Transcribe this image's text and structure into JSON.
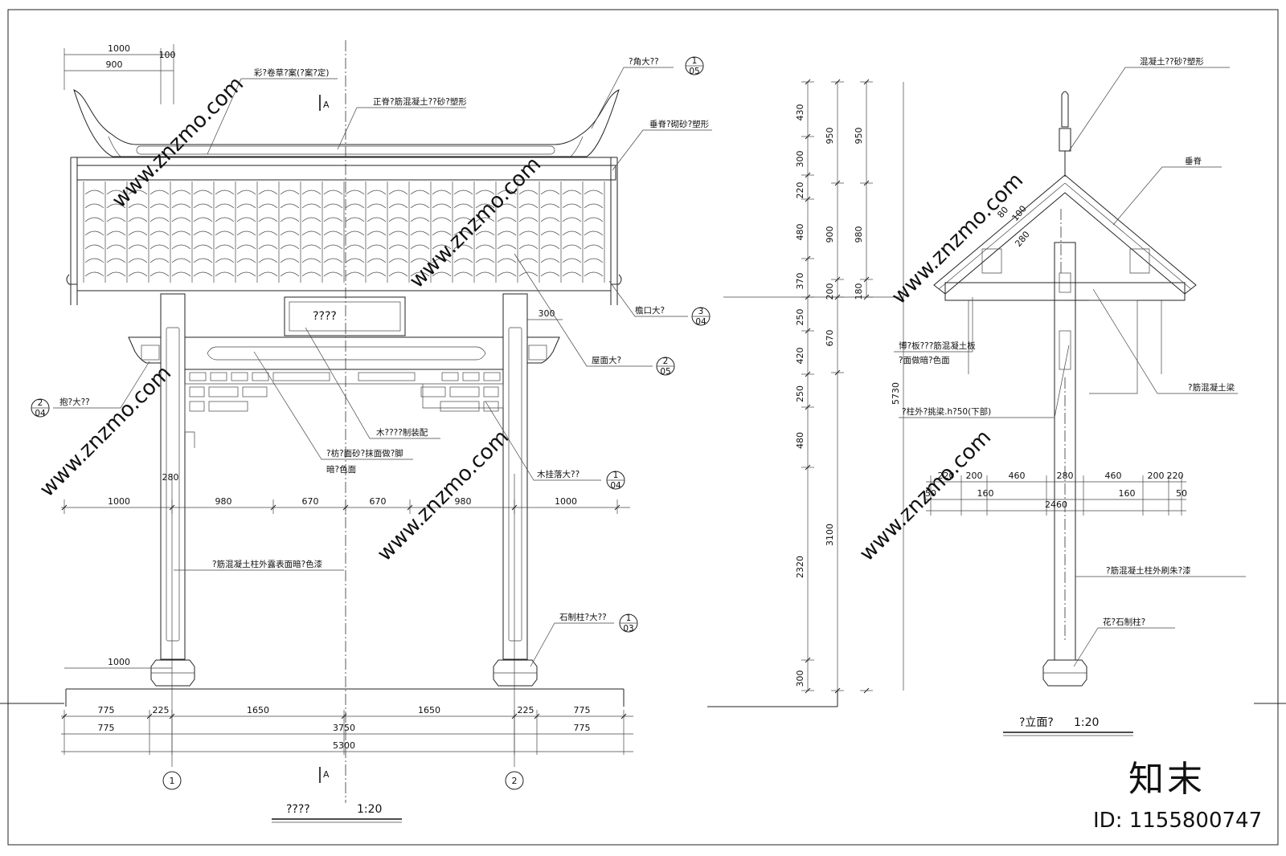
{
  "front_elevation": {
    "title": "????",
    "scale": "1:20",
    "plaque_text": "????",
    "top_dims": [
      "1000",
      "900",
      "100"
    ],
    "col_width": "280",
    "col_width_2": "300",
    "mid_dims": [
      "1000",
      "980",
      "670",
      "670",
      "980",
      "1000"
    ],
    "base_dim": "1000",
    "bottom_dims_1": [
      "775",
      "225",
      "1650",
      "1650",
      "225",
      "775"
    ],
    "bottom_dims_2": [
      "775",
      "3750",
      "775"
    ],
    "total_dim": "5300",
    "section_mark": "A",
    "axes": [
      "1",
      "2"
    ],
    "notes": [
      {
        "text": "彩?卷草?案(?案?定)",
        "ref_top": "",
        "ref_bottom": ""
      },
      {
        "text": "正脊?筋混凝土??砂?塑形",
        "ref_top": "",
        "ref_bottom": ""
      },
      {
        "text": "?角大??",
        "ref_top": "1",
        "ref_bottom": "05"
      },
      {
        "text": "垂脊?砌砂?塑形",
        "ref_top": "",
        "ref_bottom": ""
      },
      {
        "text": "檐口大?",
        "ref_top": "3",
        "ref_bottom": "04"
      },
      {
        "text": "屋面大?",
        "ref_top": "2",
        "ref_bottom": "05"
      },
      {
        "text": "抱?大??",
        "ref_top": "2",
        "ref_bottom": "04"
      },
      {
        "text": "木????制装配",
        "ref_top": "",
        "ref_bottom": ""
      },
      {
        "text": "?枋?面砂?抹面做?脚",
        "ref_top": "",
        "ref_bottom": ""
      },
      {
        "text": "暗?色面",
        "ref_top": "",
        "ref_bottom": ""
      },
      {
        "text": "木挂落大??",
        "ref_top": "1",
        "ref_bottom": "04"
      },
      {
        "text": "?筋混凝土柱外露表面暗?色漆",
        "ref_top": "",
        "ref_bottom": ""
      },
      {
        "text": "石制柱?大??",
        "ref_top": "1",
        "ref_bottom": "03"
      }
    ]
  },
  "side_elevation": {
    "title": "?立面?",
    "scale": "1:20",
    "height_dims_col1": [
      "430",
      "300",
      "220",
      "480",
      "370",
      "250",
      "420",
      "250",
      "480",
      "2320",
      "300"
    ],
    "height_dims_col2": [
      "950",
      "900",
      "200",
      "670",
      "3100"
    ],
    "height_dims_col3": [
      "950",
      "980",
      "180",
      "5730"
    ],
    "roof_dims": [
      "80",
      "100",
      "280"
    ],
    "base_dims_top": [
      "220",
      "200",
      "460",
      "280",
      "460",
      "200",
      "220"
    ],
    "base_dims_mid": [
      "50",
      "160",
      "160",
      "50"
    ],
    "base_total": "2460",
    "notes": [
      "混凝土??砂?塑形",
      "垂脊",
      "博?板???筋混凝土板",
      "?面做暗?色面",
      "?筋混凝土梁",
      "?柱外?挑梁.h?50(下部)",
      "?筋混凝土柱外刷朱?漆",
      "花?石制柱?"
    ]
  },
  "watermark": {
    "site": "www.znzmo.com",
    "logo": "知末",
    "id": "ID: 1155800747"
  }
}
